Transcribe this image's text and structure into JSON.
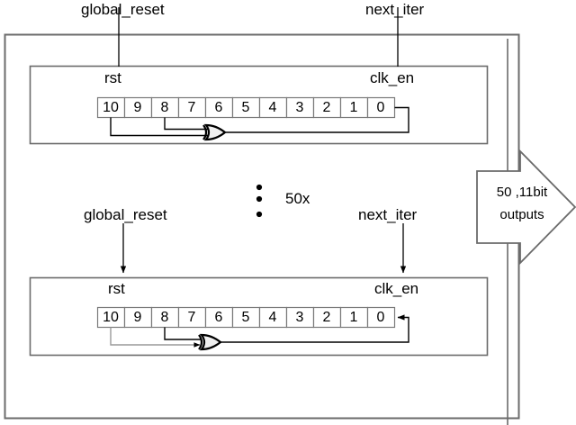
{
  "diagram": {
    "title": "50x 11-bit LFSR array block diagram",
    "colors": {
      "box_border": "#6b6b6b",
      "wire": "#000000",
      "cell_border": "#7a7a7a",
      "background": "#ffffff"
    },
    "outer_block": {
      "label": ""
    },
    "repeat_marker": {
      "label": "50x",
      "dots": 3
    },
    "signals": {
      "reset_top": "global_reset",
      "enable_top": "next_iter",
      "reset_bottom": "global_reset",
      "enable_bottom": "next_iter"
    },
    "blocks": [
      {
        "name": "lfsr-top",
        "port_reset": "rst",
        "port_enable": "clk_en",
        "cells": [
          "10",
          "9",
          "8",
          "7",
          "6",
          "5",
          "4",
          "3",
          "2",
          "1",
          "0"
        ],
        "taps": [
          "10",
          "8"
        ],
        "gate": "xor-gate"
      },
      {
        "name": "lfsr-bottom",
        "port_reset": "rst",
        "port_enable": "clk_en",
        "cells": [
          "10",
          "9",
          "8",
          "7",
          "6",
          "5",
          "4",
          "3",
          "2",
          "1",
          "0"
        ],
        "taps": [
          "10",
          "8"
        ],
        "gate": "xor-gate"
      }
    ],
    "output_arrow": {
      "line1": "50 ,11bit",
      "line2": "outputs"
    }
  }
}
